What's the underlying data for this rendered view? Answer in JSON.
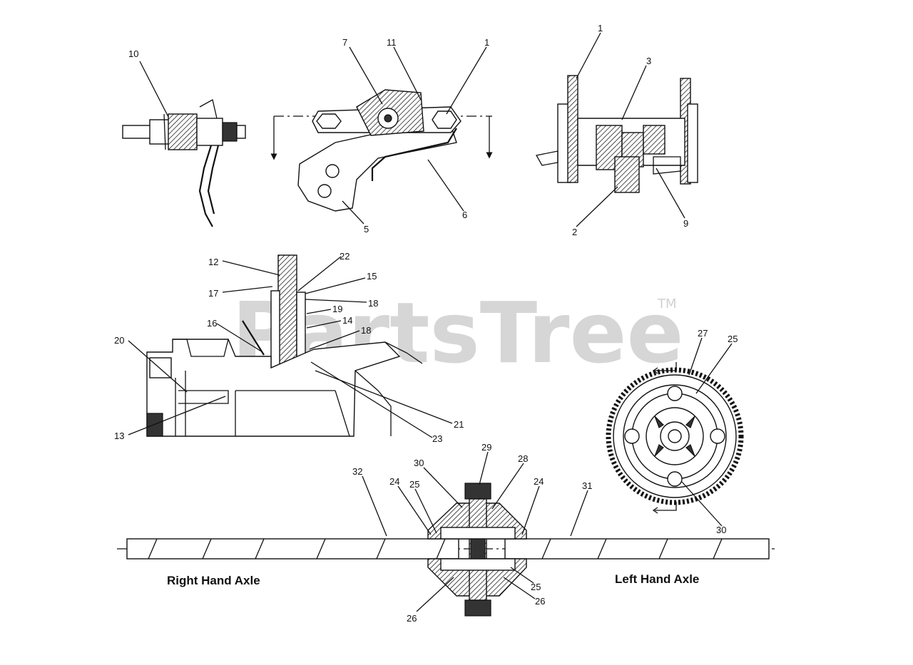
{
  "watermark": {
    "text": "PartsTree",
    "tm": "TM"
  },
  "captions": {
    "right_axle": "Right Hand Axle",
    "left_axle": "Left Hand Axle"
  },
  "part_labels": [
    "1",
    "3",
    "7",
    "11",
    "1",
    "10",
    "5",
    "6",
    "2",
    "9",
    "12",
    "22",
    "15",
    "17",
    "18",
    "19",
    "14",
    "16",
    "18",
    "20",
    "21",
    "23",
    "13",
    "27",
    "25",
    "29",
    "28",
    "30",
    "32",
    "24",
    "25",
    "24",
    "31",
    "30",
    "25",
    "26",
    "26"
  ]
}
